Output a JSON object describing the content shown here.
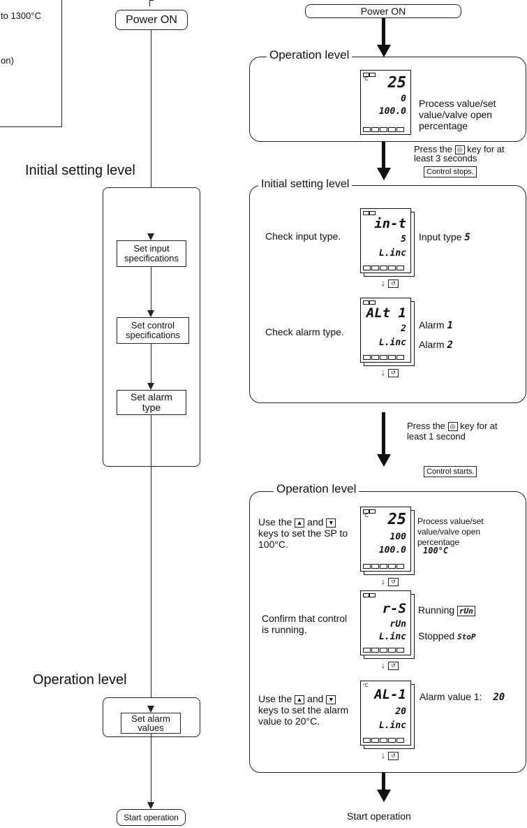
{
  "left_panel": {
    "spec_box_lines": [
      "to 1300°C",
      "on)"
    ],
    "power_on": "Power ON",
    "initial_setting_level": "Initial setting level",
    "set_input": "Set input specifications",
    "set_control": "Set control specifications",
    "set_alarm_type": "Set alarm type",
    "operation_level": "Operation level",
    "set_alarm_values": "Set alarm values",
    "start_operation": "Start operation"
  },
  "right_panel": {
    "power_on": "Power ON",
    "operation_level_1": {
      "title": "Operation level",
      "lcd": {
        "unit": "°C",
        "line1": "25",
        "line2": "0",
        "line3": "100.0"
      },
      "desc": "Process value/set value/valve open percentage"
    },
    "transition_1": {
      "text_before": "Press the",
      "key": "◎",
      "text_after": "key for at least 3 seconds",
      "badge": "Control stops."
    },
    "initial_setting_level": {
      "title": "Initial setting level",
      "step1": {
        "label": "Check input type.",
        "lcd": {
          "line1": "in-t",
          "line2": "5",
          "line3": "L.inc"
        },
        "right": "Input type",
        "right_value": "5"
      },
      "step2": {
        "label": "Check alarm type.",
        "lcd": {
          "line1": "ALt 1",
          "line2": "2",
          "line3": "L.inc"
        },
        "right1": "Alarm",
        "right1_value": "1",
        "right2": "Alarm",
        "right2_value": "2"
      },
      "mode_key": "↺"
    },
    "transition_2": {
      "text_before": "Press the",
      "key": "◎",
      "text_after": "key for at least 1 second",
      "badge": "Control starts."
    },
    "operation_level_2": {
      "title": "Operation level",
      "step1": {
        "label_before": "Use the",
        "up_key": "▲",
        "label_mid": "and",
        "down_key": "▼",
        "label_after": "keys to set the SP to 100°C.",
        "lcd": {
          "unit": "°C",
          "line1": "25",
          "line2": "100",
          "line3": "100.0"
        },
        "desc": "Process value/set value/valve open percentage",
        "value": "100°C"
      },
      "step2": {
        "label": "Confirm that control is running.",
        "lcd": {
          "line1": "r-S",
          "line2": "rUn",
          "line3": "L.inc"
        },
        "running": "Running",
        "running_value": "rUn",
        "stopped": "Stopped",
        "stopped_value": "StoP"
      },
      "step3": {
        "label_before": "Use the",
        "up_key": "▲",
        "label_mid": "and",
        "down_key": "▼",
        "label_after": "keys to set the alarm value to 20°C.",
        "lcd": {
          "unit": "°C",
          "line1": "AL-1",
          "line2": "20",
          "line3": "L.inc"
        },
        "desc": "Alarm value 1:",
        "value": "20"
      }
    },
    "start_operation": "Start operation"
  }
}
